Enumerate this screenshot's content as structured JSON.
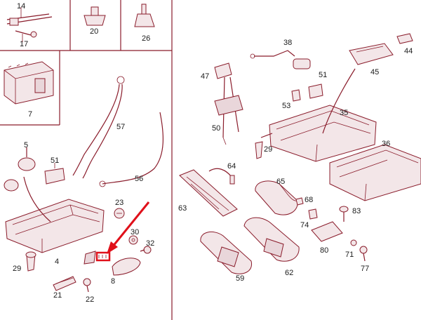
{
  "labels": {
    "p14": "14",
    "p17": "17",
    "p20": "20",
    "p26": "26",
    "p7": "7",
    "p5": "5",
    "p51a": "51",
    "p57": "57",
    "p56": "56",
    "p4": "4",
    "p29a": "29",
    "p23": "23",
    "p30": "30",
    "p32": "32",
    "p21": "21",
    "p22": "22",
    "p8": "8",
    "p38": "38",
    "p44": "44",
    "p45": "45",
    "p47": "47",
    "p51b": "51",
    "p53": "53",
    "p35": "35",
    "p50": "50",
    "p29b": "29",
    "p36": "36",
    "p64": "64",
    "p65": "65",
    "p63": "63",
    "p68": "68",
    "p74": "74",
    "p83": "83",
    "p80": "80",
    "p71": "71",
    "p77": "77",
    "p59": "59",
    "p62": "62"
  },
  "colors": {
    "line": "#8a1c2b",
    "highlight": "#e0101a",
    "background": "#ffffff"
  }
}
